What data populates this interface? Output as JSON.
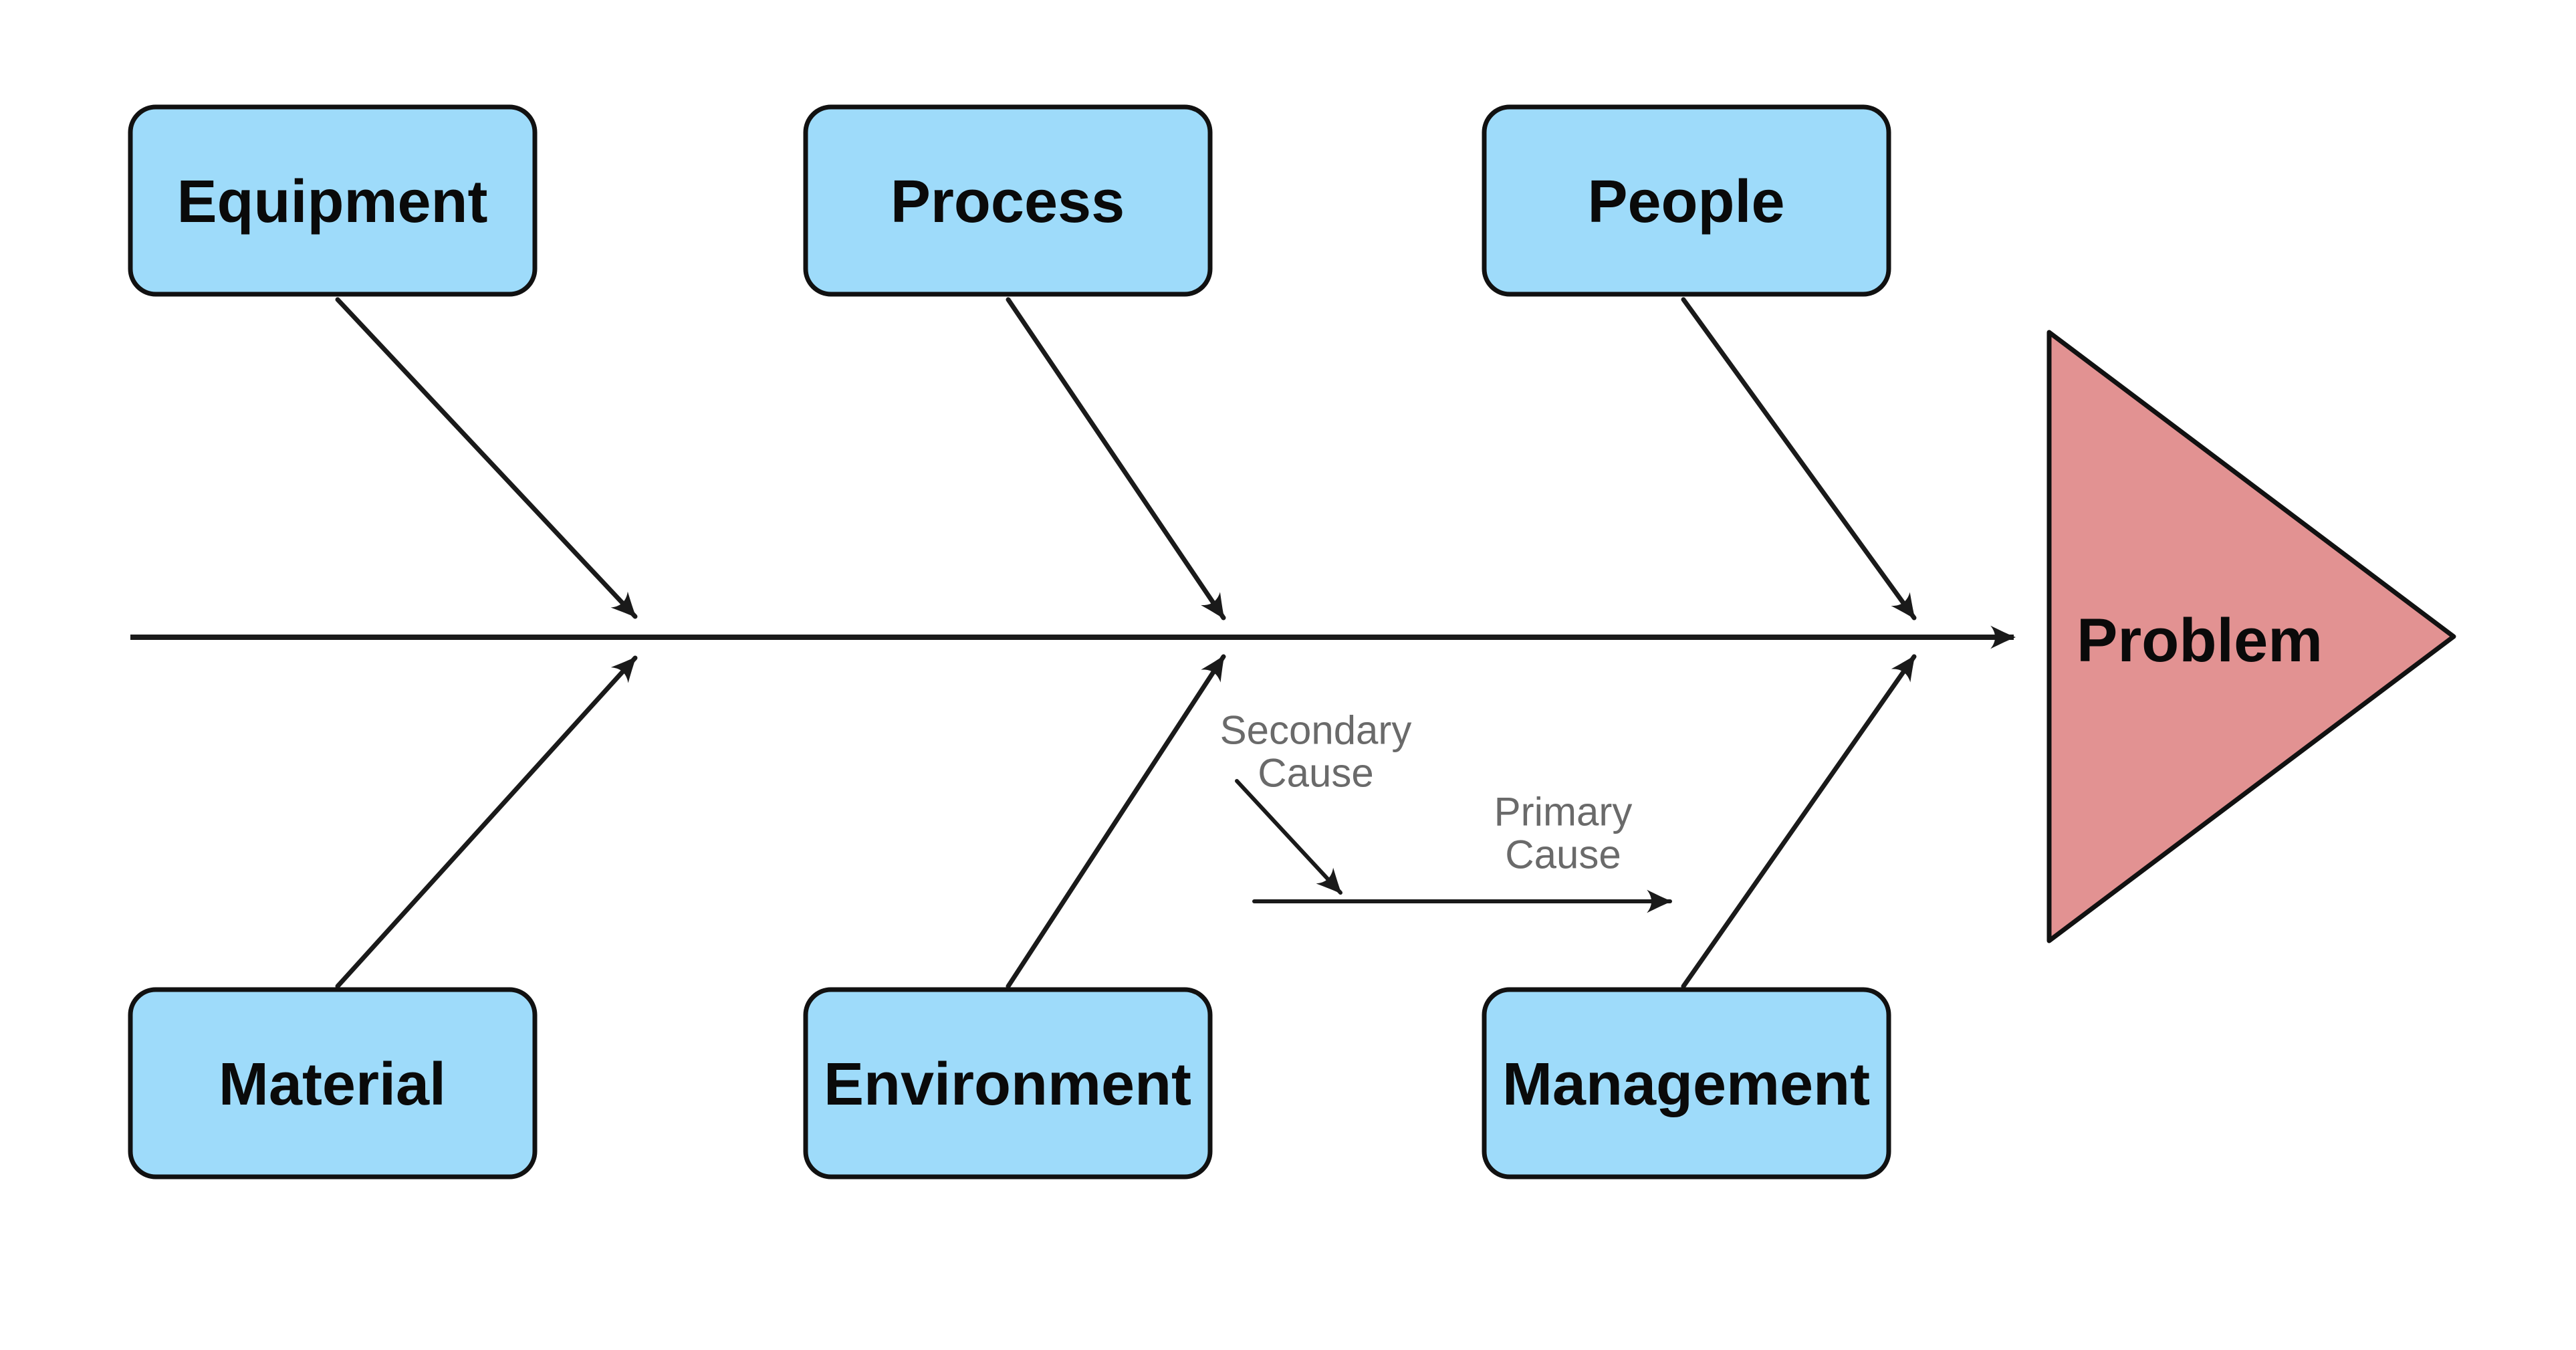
{
  "diagram": {
    "type": "fishbone-cause-effect",
    "problem": {
      "label": "Problem"
    },
    "top_categories": [
      {
        "id": "equipment",
        "label": "Equipment"
      },
      {
        "id": "process",
        "label": "Process"
      },
      {
        "id": "people",
        "label": "People"
      }
    ],
    "bottom_categories": [
      {
        "id": "material",
        "label": "Material"
      },
      {
        "id": "environment",
        "label": "Environment"
      },
      {
        "id": "management",
        "label": "Management"
      }
    ],
    "annotations": {
      "secondary_cause": {
        "line1": "Secondary",
        "line2": "Cause"
      },
      "primary_cause": {
        "line1": "Primary",
        "line2": "Cause"
      }
    },
    "colors": {
      "category_fill": "#9EDBFA",
      "category_border": "#111111",
      "problem_fill": "#E29292",
      "problem_border": "#111111",
      "line": "#1A1A1A",
      "category_text": "#0A0A0A",
      "annotation_text": "#6A6A6A",
      "background": "#FFFFFF"
    }
  }
}
